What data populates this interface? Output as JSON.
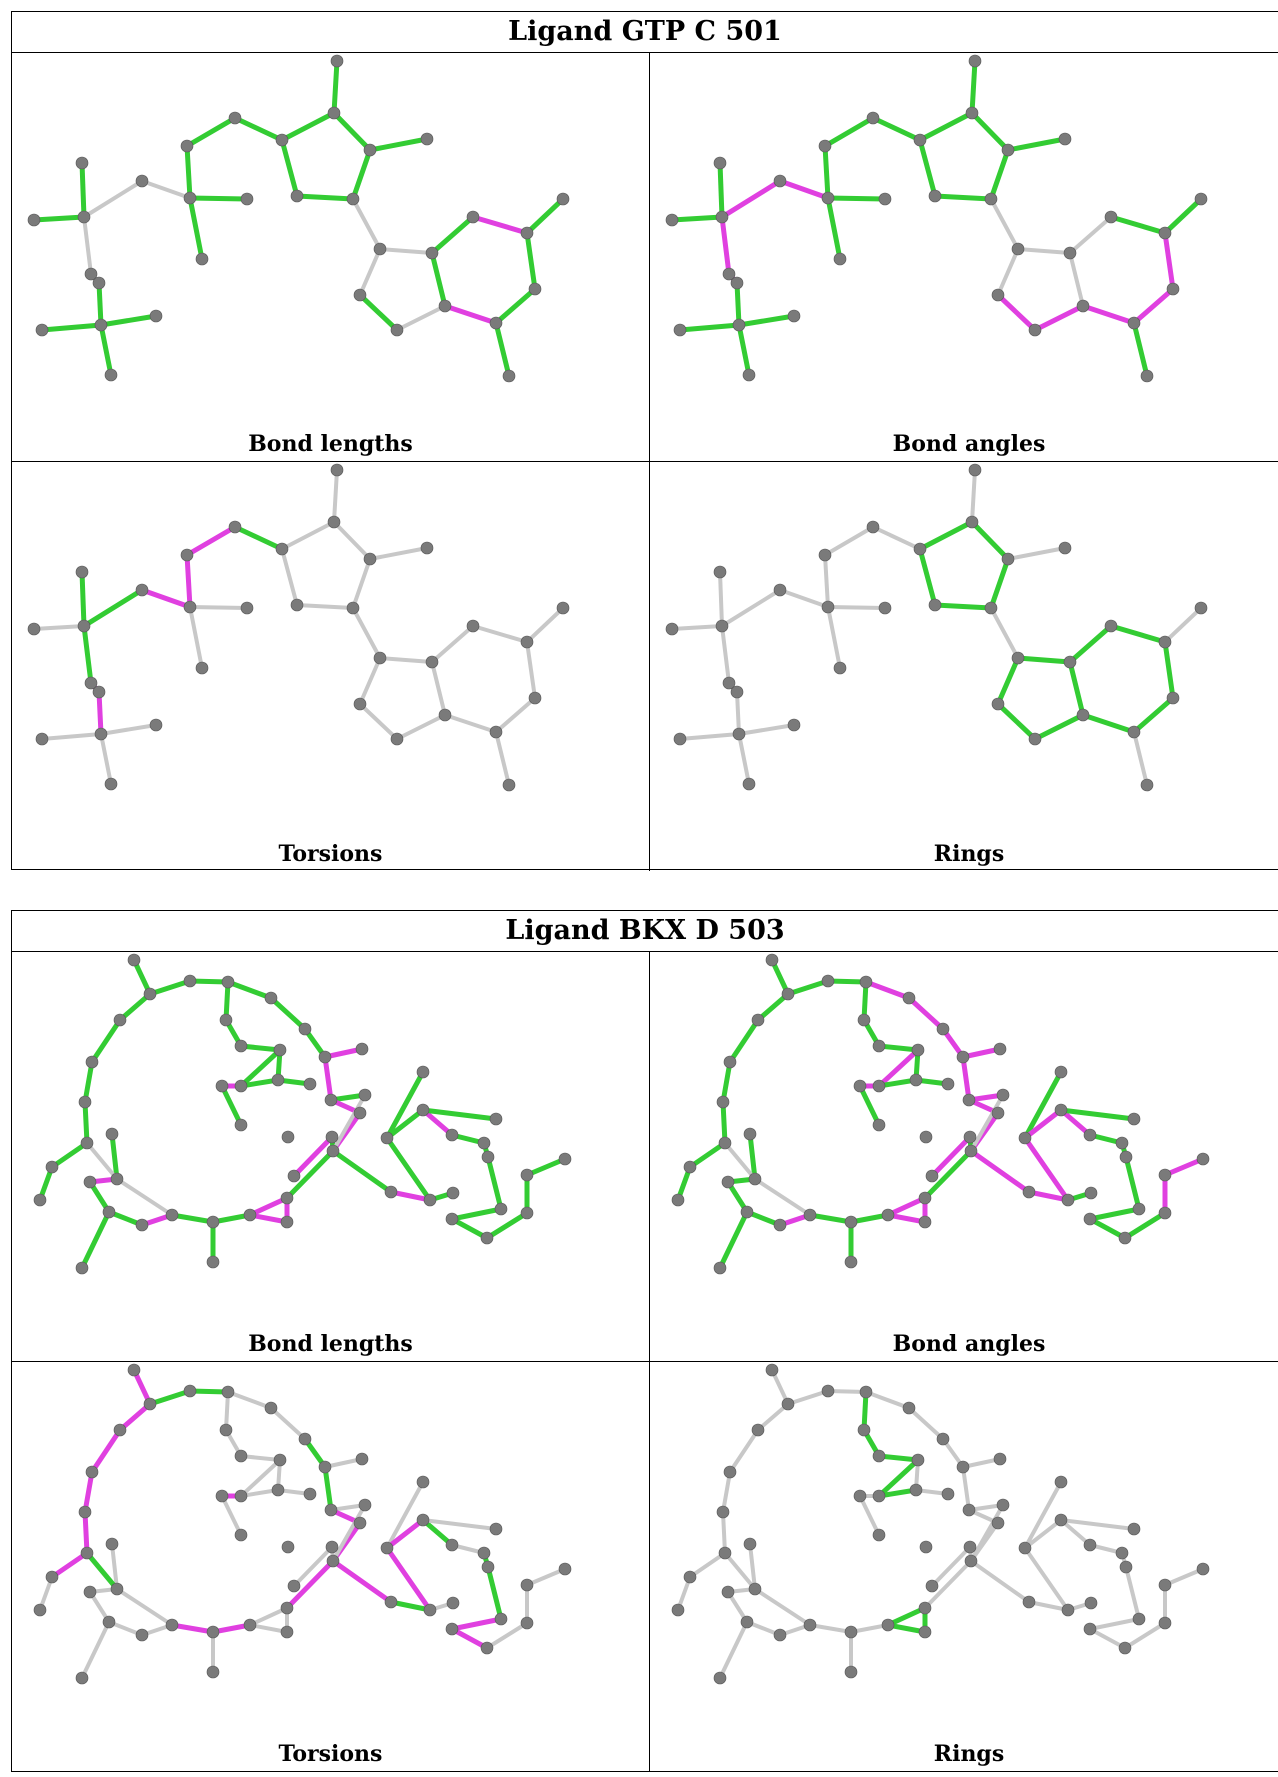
{
  "colors": {
    "pass": "#33cc33",
    "fail": "#e040e0",
    "neutral": "#c8c8c8",
    "atom": "#7a7a7a"
  },
  "blocks": [
    {
      "title": "Ligand GTP C 501",
      "panels": [
        {
          "label": "Bond lengths"
        },
        {
          "label": "Bond angles"
        },
        {
          "label": "Torsions"
        },
        {
          "label": "Rings"
        }
      ]
    },
    {
      "title": "Ligand BKX D 503",
      "panels": [
        {
          "label": "Bond lengths"
        },
        {
          "label": "Bond angles"
        },
        {
          "label": "Torsions"
        },
        {
          "label": "Rings"
        }
      ]
    }
  ]
}
